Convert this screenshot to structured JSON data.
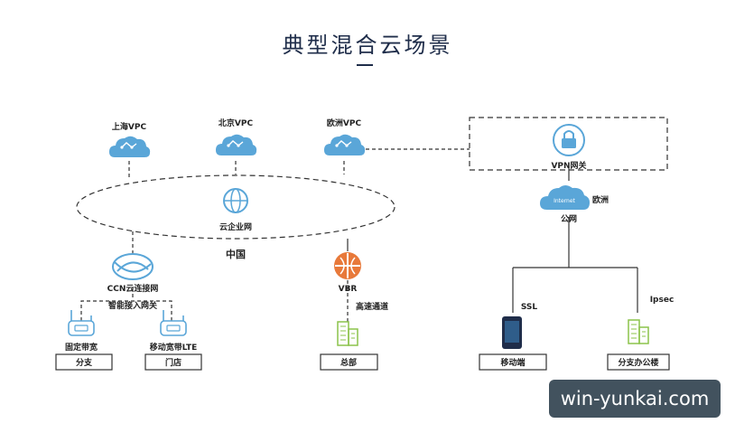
{
  "title": "典型混合云场景",
  "nodes": {
    "shanghai_vpc": "上海VPC",
    "beijing_vpc": "北京VPC",
    "europe_vpc": "欧洲VPC",
    "cloud_enterprise_net": "云企业网",
    "china": "中国",
    "vpn_gateway": "VPN网关",
    "internet_icon_text": "Internet",
    "europe": "欧洲",
    "public_net": "公网",
    "ccn": "CCN云连接网",
    "smart_gateway": "智能接入网关",
    "vbr": "VBR",
    "express_connect": "高速通道",
    "ssl": "SSL",
    "ipsec": "Ipsec",
    "fixed_broadband": "固定带宽",
    "mobile_lte": "移动宽带LTE",
    "branch": "分支",
    "store": "门店",
    "hq": "总部",
    "mobile_client": "移动端",
    "branch_office": "分支办公楼"
  },
  "watermark": "win-yunkai.com",
  "colors": {
    "cloud": "#5aa6d8",
    "vbr": "#e8793a",
    "building": "#8bc34a",
    "ccn": "#5aa6d8",
    "line": "#333333"
  }
}
